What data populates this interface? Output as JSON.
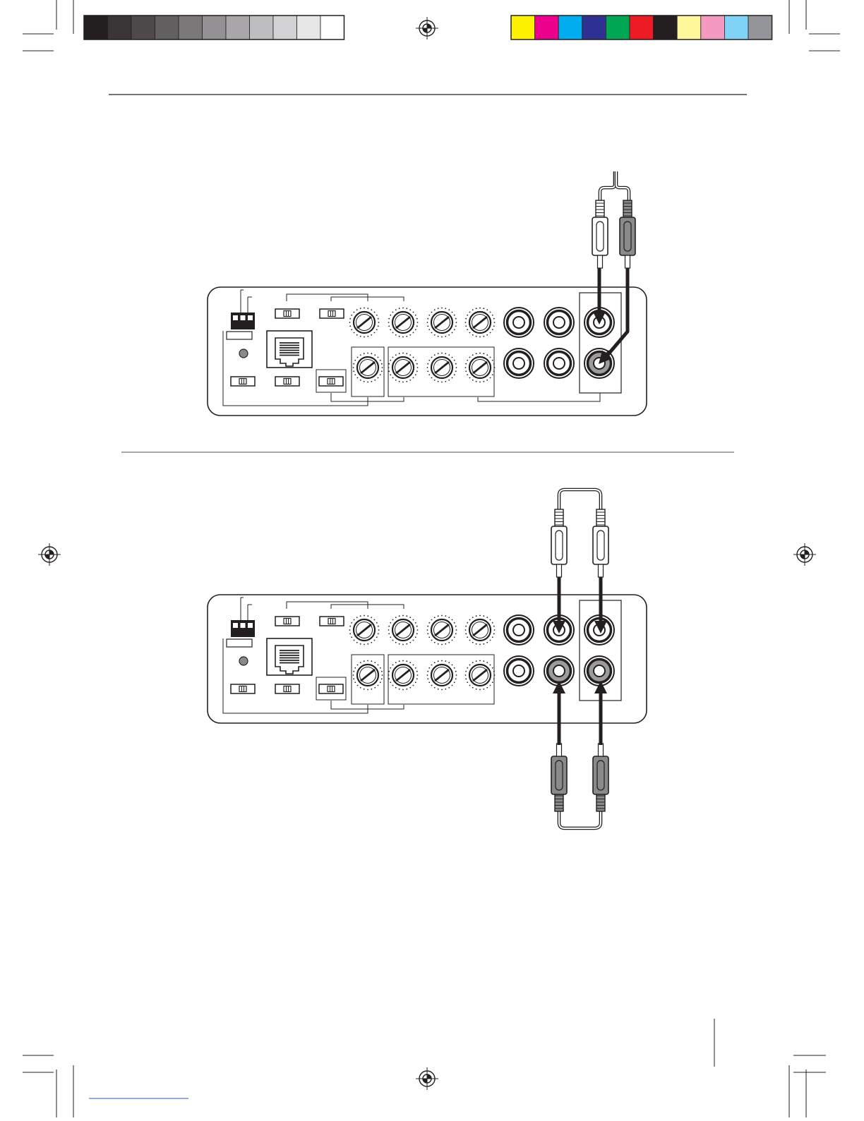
{
  "print_marks": {
    "grayscale_swatches": [
      "#231f20",
      "#3a3536",
      "#4e4a4b",
      "#636061",
      "#7b787a",
      "#939193",
      "#a8a6a8",
      "#bebdbf",
      "#d2d1d3",
      "#e8e7e8",
      "#ffffff"
    ],
    "color_swatches": [
      "#fff200",
      "#ec008c",
      "#00aeef",
      "#2e3192",
      "#00a651",
      "#ed1c24",
      "#231f20",
      "#fff799",
      "#f49ac1",
      "#7fd3f7",
      "#939598"
    ]
  },
  "colors": {
    "ink": "#231f20",
    "white_plug": "#ffffff",
    "gray_plug": "#8a8a8a",
    "gray_jack": "#9b9b9b",
    "divider": "#8a8a8a",
    "footer_link": "#2e5db3"
  },
  "diagrams": [
    {
      "id": "diagram-1",
      "cable": "single-pair-into-input",
      "plugs_top": [
        "white",
        "gray"
      ],
      "plugs_bottom": []
    },
    {
      "id": "diagram-2",
      "cable": "loop-through",
      "plugs_top": [
        "white",
        "white"
      ],
      "plugs_bottom": [
        "gray",
        "gray"
      ]
    }
  ]
}
